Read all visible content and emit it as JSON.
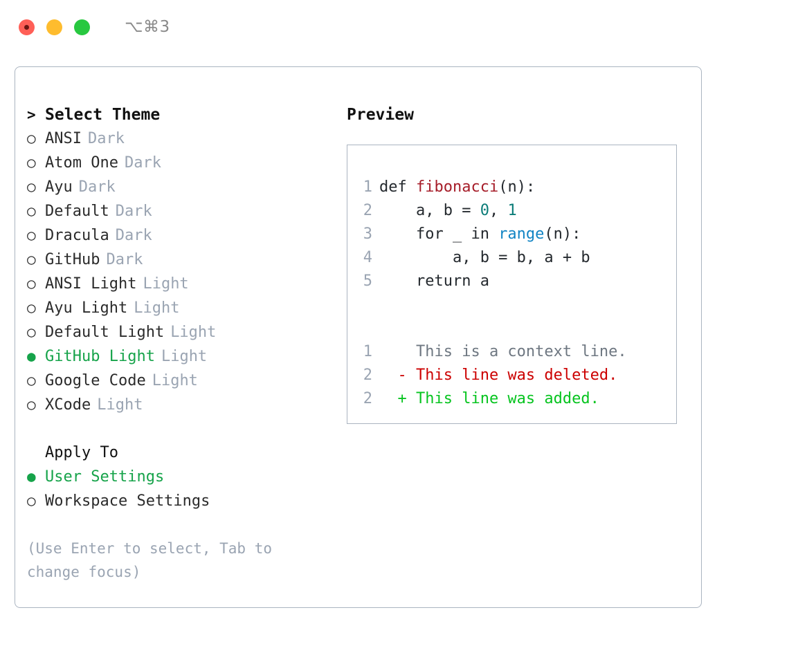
{
  "titlebar": {
    "shortcut": "⌥⌘3",
    "buttons": [
      "close",
      "minimize",
      "zoom"
    ]
  },
  "theme_list": {
    "header_marker": ">",
    "header_label": "Select Theme",
    "items": [
      {
        "marker": "○",
        "label": "ANSI",
        "tag": "Dark",
        "selected": false
      },
      {
        "marker": "○",
        "label": "Atom One",
        "tag": "Dark",
        "selected": false
      },
      {
        "marker": "○",
        "label": "Ayu",
        "tag": "Dark",
        "selected": false
      },
      {
        "marker": "○",
        "label": "Default",
        "tag": "Dark",
        "selected": false
      },
      {
        "marker": "○",
        "label": "Dracula",
        "tag": "Dark",
        "selected": false
      },
      {
        "marker": "○",
        "label": "GitHub",
        "tag": "Dark",
        "selected": false
      },
      {
        "marker": "○",
        "label": "ANSI Light",
        "tag": "Light",
        "selected": false
      },
      {
        "marker": "○",
        "label": "Ayu Light",
        "tag": "Light",
        "selected": false
      },
      {
        "marker": "○",
        "label": "Default Light",
        "tag": "Light",
        "selected": false
      },
      {
        "marker": "●",
        "label": "GitHub Light",
        "tag": "Light",
        "selected": true
      },
      {
        "marker": "○",
        "label": "Google Code",
        "tag": "Light",
        "selected": false
      },
      {
        "marker": "○",
        "label": "XCode",
        "tag": "Light",
        "selected": false
      }
    ]
  },
  "apply_to": {
    "header_label": "Apply To",
    "items": [
      {
        "marker": "●",
        "label": "User Settings",
        "selected": true
      },
      {
        "marker": "○",
        "label": "Workspace Settings",
        "selected": false
      }
    ]
  },
  "hint": "(Use Enter to select, Tab to change focus)",
  "preview": {
    "title": "Preview",
    "code_lines": [
      {
        "no": "1",
        "segments": [
          {
            "t": "def ",
            "c": "code-text"
          },
          {
            "t": "fibonacci",
            "c": "tok-func"
          },
          {
            "t": "(n):",
            "c": "code-text"
          }
        ]
      },
      {
        "no": "2",
        "segments": [
          {
            "t": "    a, b = ",
            "c": "code-text"
          },
          {
            "t": "0",
            "c": "tok-num"
          },
          {
            "t": ", ",
            "c": "code-text"
          },
          {
            "t": "1",
            "c": "tok-num"
          }
        ]
      },
      {
        "no": "3",
        "segments": [
          {
            "t": "    for _ in ",
            "c": "code-text"
          },
          {
            "t": "range",
            "c": "tok-call"
          },
          {
            "t": "(n):",
            "c": "code-text"
          }
        ]
      },
      {
        "no": "4",
        "segments": [
          {
            "t": "        a, b = b, a + b",
            "c": "code-text"
          }
        ]
      },
      {
        "no": "5",
        "segments": [
          {
            "t": "    return a",
            "c": "code-text"
          }
        ]
      }
    ],
    "diff_lines": [
      {
        "no": "1",
        "sign": " ",
        "text": "This is a context line.",
        "kind": "diff-ctx"
      },
      {
        "no": "2",
        "sign": "-",
        "text": "This line was deleted.",
        "kind": "diff-del"
      },
      {
        "no": "2",
        "sign": "+",
        "text": "This line was added.",
        "kind": "diff-add"
      }
    ]
  },
  "colors": {
    "selected_green": "#16a34a",
    "muted_tag": "#9aa4b2",
    "border": "#aab4c0",
    "diff_delete": "#cc0000",
    "diff_add": "#06c41f",
    "func_red": "#a61d29",
    "number_teal": "#0b7c78",
    "call_blue": "#1184c4",
    "traffic_red": "#ff5f57",
    "traffic_amber": "#febc2e",
    "traffic_green": "#28c840"
  }
}
